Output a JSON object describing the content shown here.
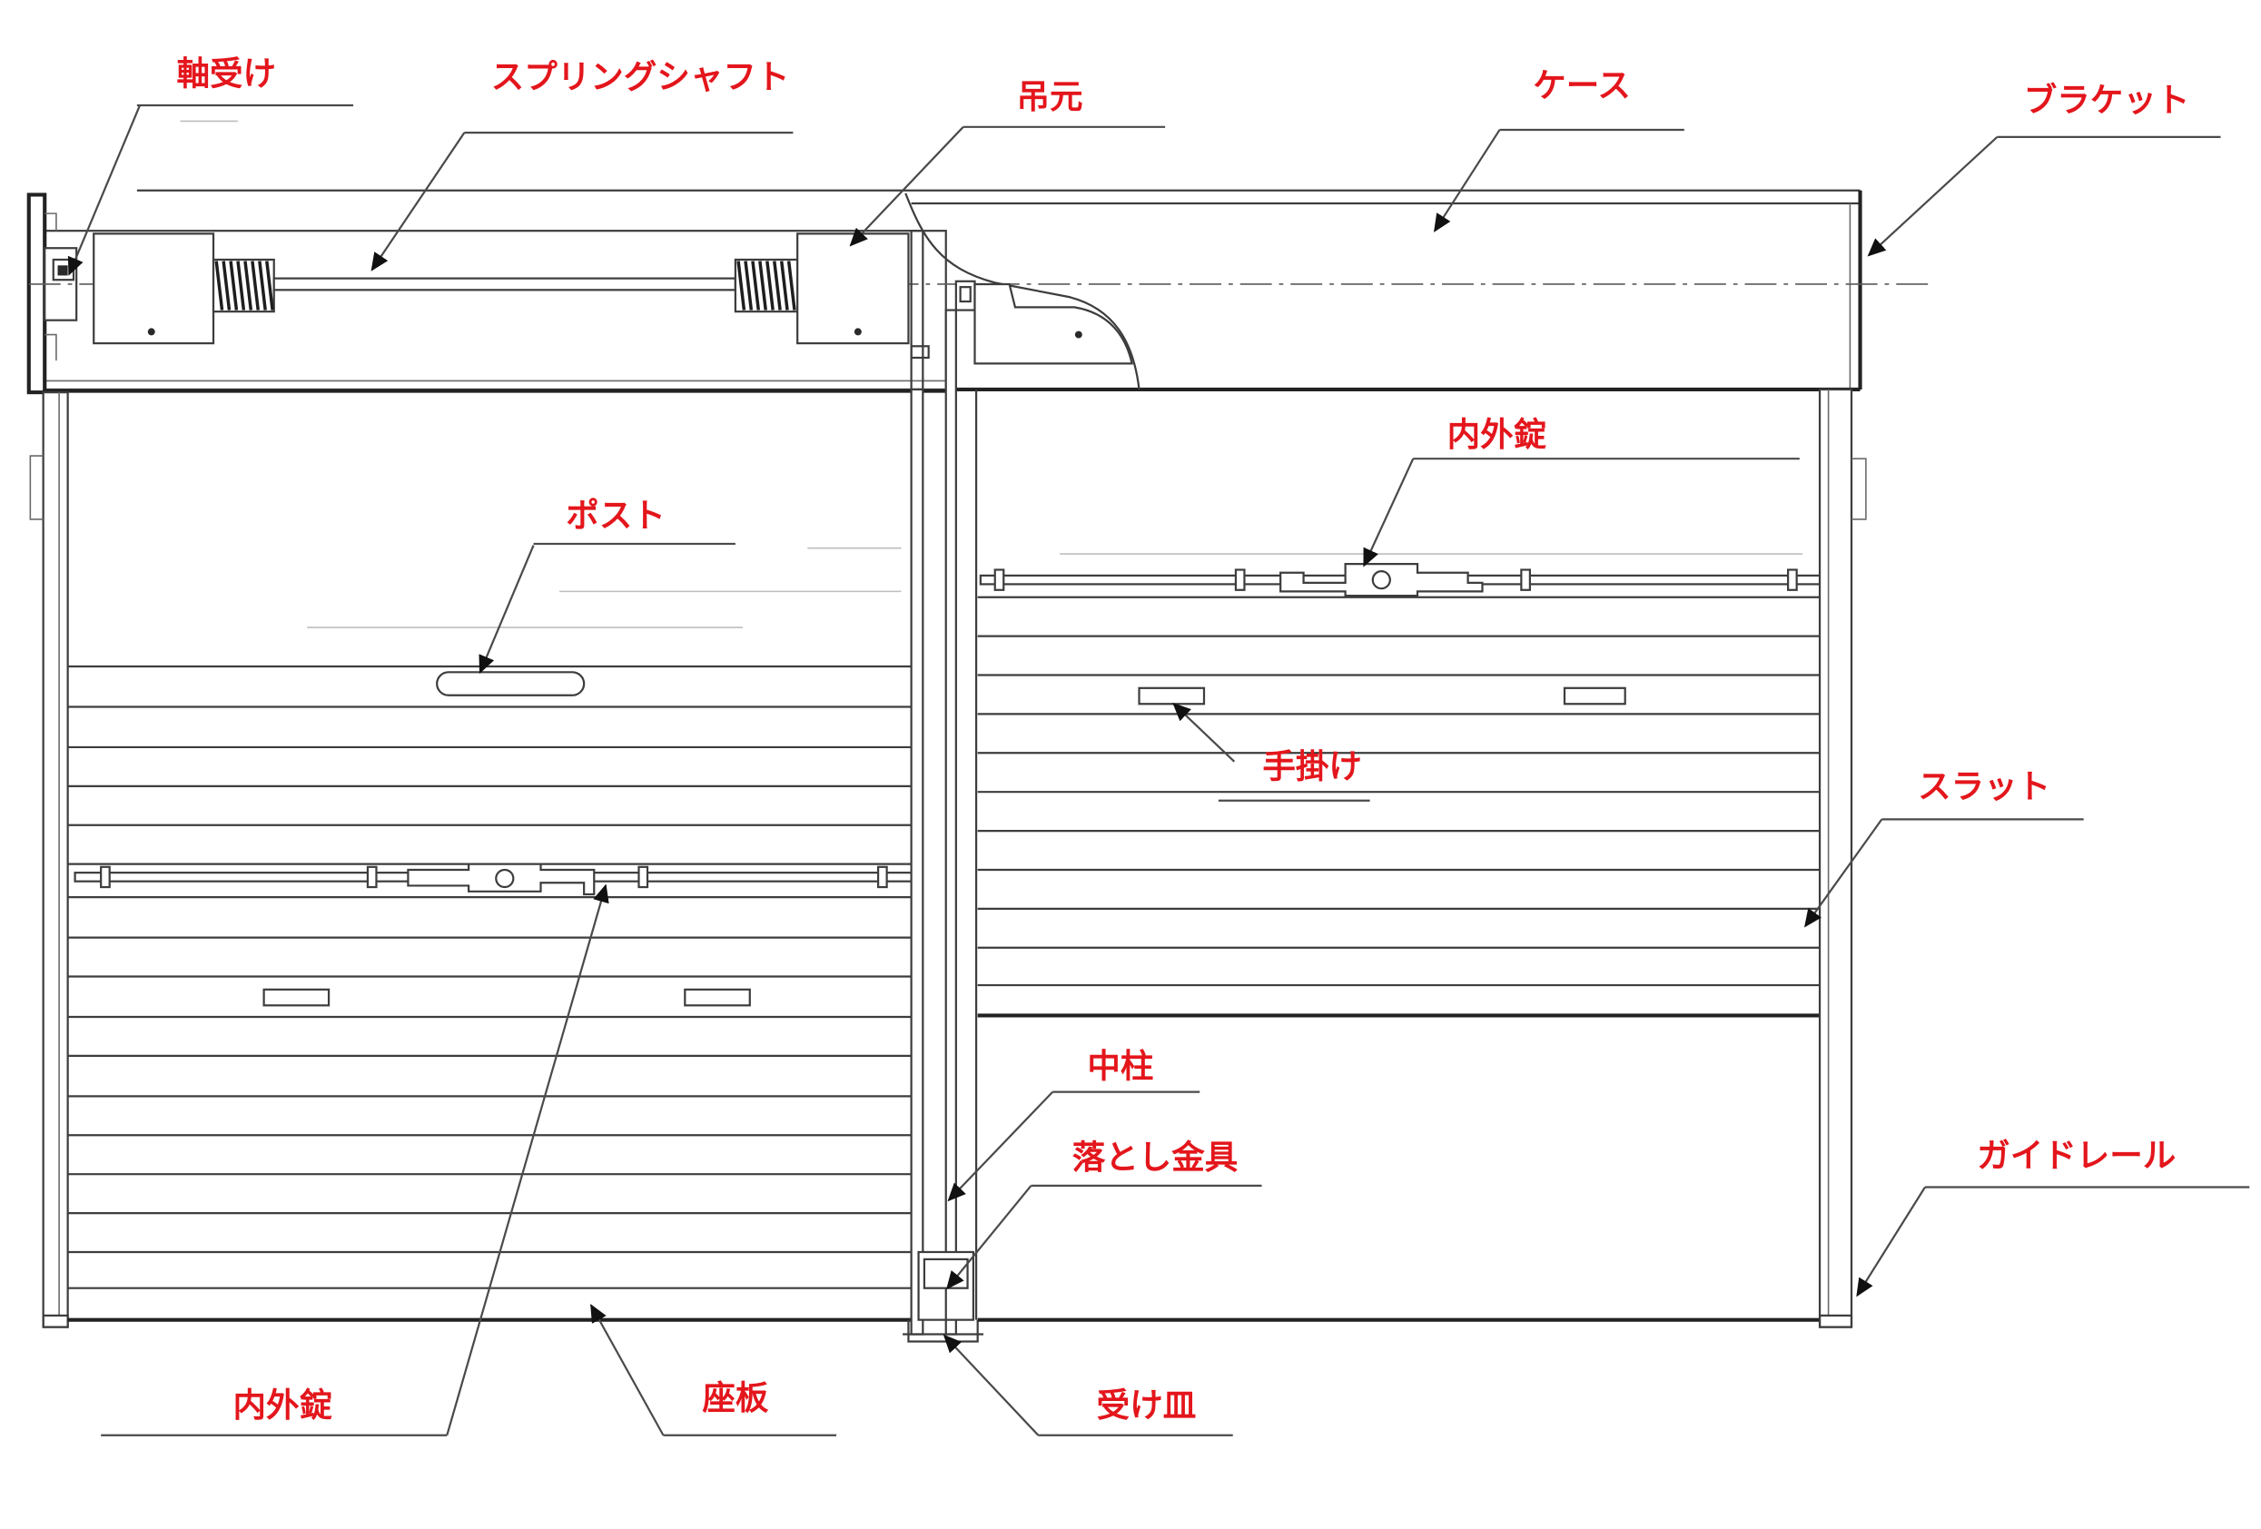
{
  "diagram": {
    "labels": {
      "bearing": "軸受け",
      "spring_shaft": "スプリングシャフト",
      "hanger": "吊元",
      "case": "ケース",
      "bracket": "ブラケット",
      "lock_right": "内外錠",
      "post": "ポスト",
      "handle": "手掛け",
      "slat": "スラット",
      "center_post": "中柱",
      "drop_fitting": "落とし金具",
      "guide_rail": "ガイドレール",
      "lock_left": "内外錠",
      "bottom_bar": "座板",
      "receiver_plate": "受け皿"
    },
    "colors": {
      "label": "#e3161c",
      "lines": "#3d3d3d",
      "background": "#ffffff"
    }
  }
}
